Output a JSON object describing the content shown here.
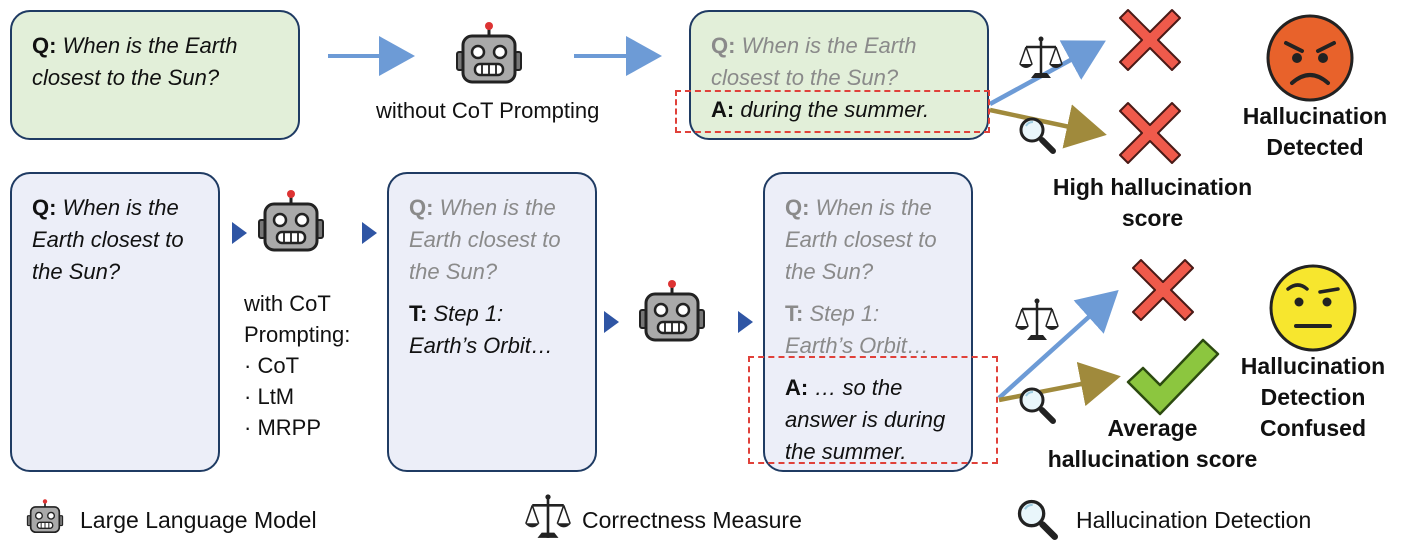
{
  "top": {
    "q_label": "Q:",
    "question": "When is the Earth closest to the Sun?",
    "method_label": "without CoT Prompting",
    "answer_label": "A:",
    "answer": "during the summer.",
    "score_label": "High hallucination score",
    "result_label": "Hallucination Detected"
  },
  "bottom": {
    "q_label": "Q:",
    "question": "When is the Earth closest to the Sun?",
    "method_label": "with CoT Prompting:",
    "methods": [
      "CoT",
      "LtM",
      "MRPP"
    ],
    "t_label": "T:",
    "thought": "Step 1: Earth’s Orbit…",
    "answer_label": "A:",
    "answer": "… so the answer is during the summer.",
    "score_label": "Average hallucination score",
    "result_label": "Hallucination Detection Confused"
  },
  "legend": {
    "llm": "Large Language Model",
    "correctness": "Correctness Measure",
    "detection": "Hallucination Detection"
  },
  "colors": {
    "box_border": "#1f3b63",
    "green_fill": "#e2efd9",
    "blue_fill": "#eceef8",
    "arrow_blue": "#6d9bd6",
    "arrow_olive": "#a08a3c",
    "cross_red": "#ef5a4b",
    "check_green": "#8cc63f",
    "dash_red": "#e0413a"
  },
  "icons": [
    "robot-icon",
    "scale-icon",
    "magnifier-icon",
    "cross-icon",
    "check-icon",
    "angry-face-icon",
    "confused-face-icon",
    "triangle-arrow-icon"
  ]
}
